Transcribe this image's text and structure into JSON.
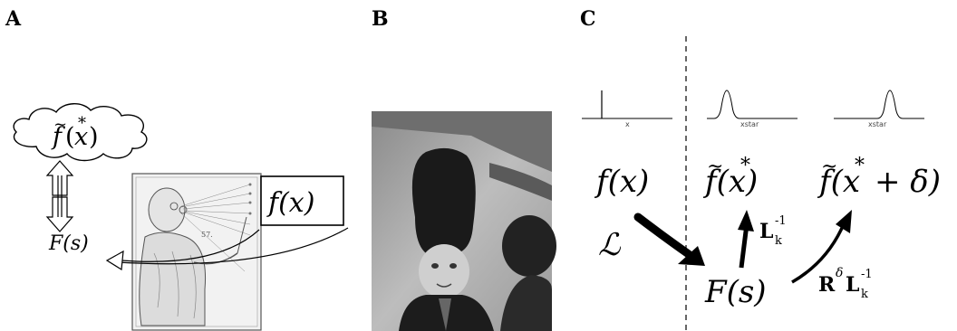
{
  "panels": {
    "a": {
      "letter": "A"
    },
    "b": {
      "letter": "B"
    },
    "c": {
      "letter": "C"
    }
  },
  "panel_a": {
    "cloud_f": "f",
    "cloud_paren_open": "(",
    "cloud_x": "x",
    "cloud_paren_close": ")",
    "cloud_star": "*",
    "tilde": "~",
    "f_of_x": "f(x)",
    "F_of_s": "F(s)",
    "woodcut_number": "57."
  },
  "panel_c": {
    "mini_axis_labels": [
      "x",
      "xstar",
      "xstar"
    ],
    "row1": {
      "f_of_x": "f(x)",
      "f_tilde_star_1": "f(x)",
      "f_tilde_star_2_f": "f(x",
      "f_tilde_star_2_rest": "+ δ)",
      "star": "*",
      "tilde": "~"
    },
    "script_L": "ℒ",
    "F_of_s": "F(s)",
    "op_L_inv": {
      "L": "L",
      "sub": "k",
      "sup": "-1"
    },
    "op_R_L_inv": {
      "R": "R",
      "delta": "δ",
      "L": "L",
      "sub": "k",
      "sup": "-1"
    }
  }
}
